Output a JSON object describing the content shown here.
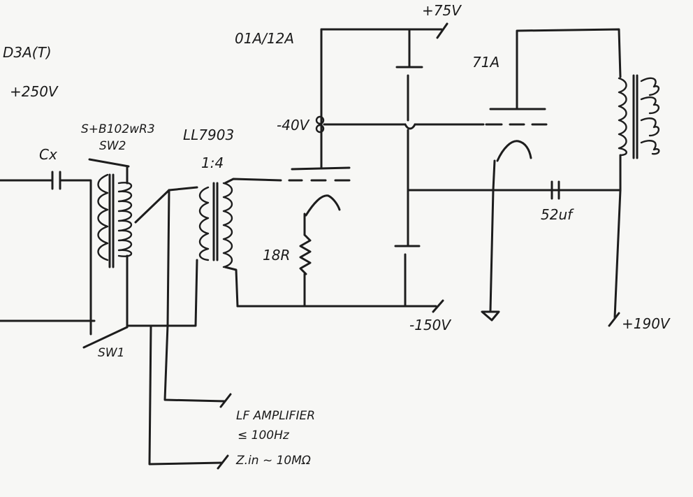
{
  "labels": {
    "tube_top_left": "D3A(T)",
    "supply_left": "+250V",
    "coupling_cap": "Cx",
    "input_transformer": "S+B102wR3",
    "switch2": "SW2",
    "switch1": "SW1",
    "interstage_transformer": "LL7903",
    "ratio": "1:4",
    "driver_tube": "01A/12A",
    "grid_bias": "-40V",
    "plate_supply_top": "+75V",
    "cathode_resistor": "18R",
    "neg_supply": "-150V",
    "output_tube": "71A",
    "output_cap": "52uf",
    "output_supply": "+190V",
    "lf_output_line1": "LF AMPLIFIER",
    "lf_output_line2": "≤ 100Hz",
    "lf_output_line3": "Z.in ~ 10MΩ"
  }
}
